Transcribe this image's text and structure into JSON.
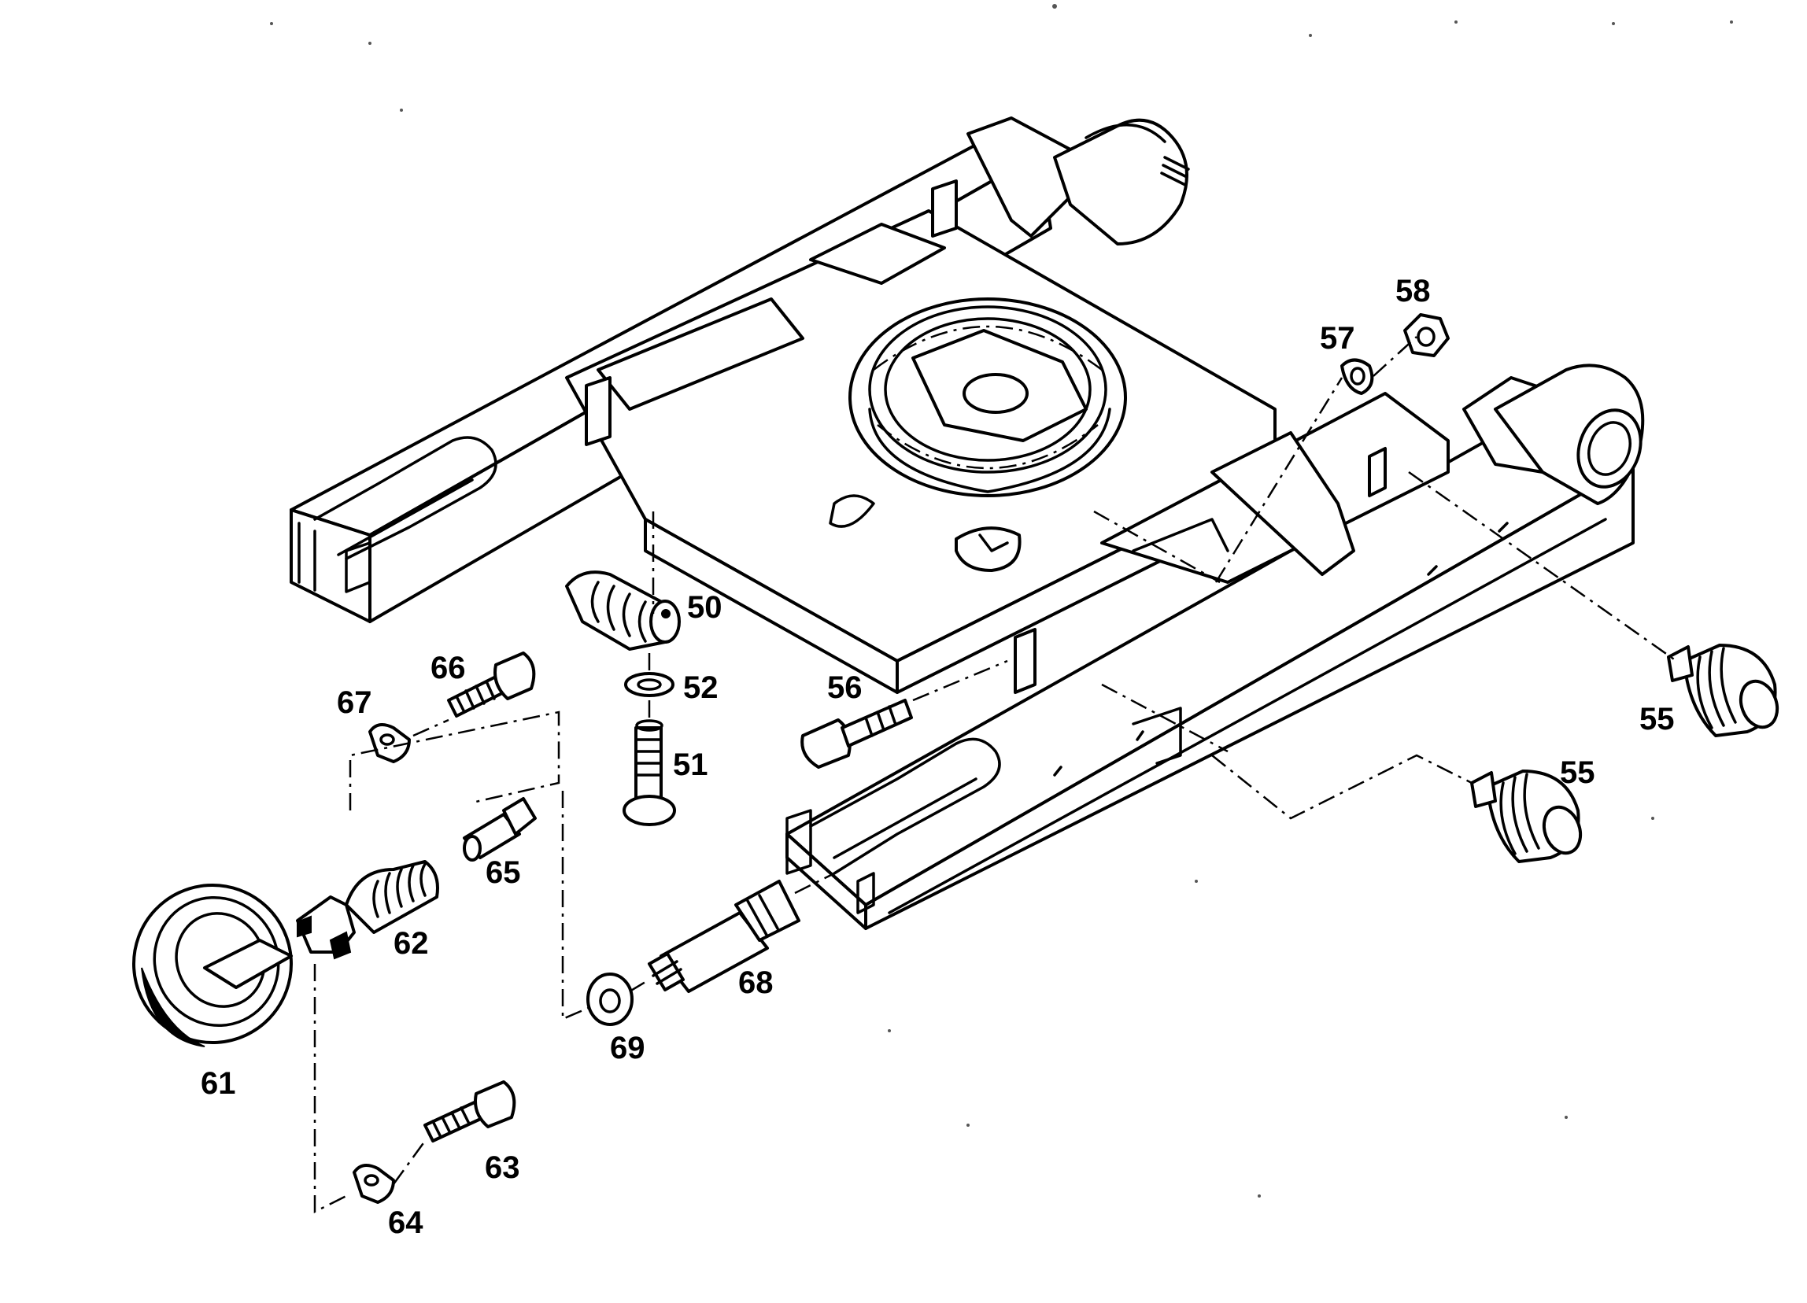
{
  "diagram": {
    "type": "exploded-parts-drawing",
    "colors": {
      "ink": "#000000",
      "paper": "#ffffff"
    },
    "callouts": [
      {
        "id": "50",
        "label": "50"
      },
      {
        "id": "51",
        "label": "51"
      },
      {
        "id": "52",
        "label": "52"
      },
      {
        "id": "55a",
        "label": "55"
      },
      {
        "id": "55b",
        "label": "55"
      },
      {
        "id": "56",
        "label": "56"
      },
      {
        "id": "57",
        "label": "57"
      },
      {
        "id": "58",
        "label": "58"
      },
      {
        "id": "61",
        "label": "61"
      },
      {
        "id": "62",
        "label": "62"
      },
      {
        "id": "63",
        "label": "63"
      },
      {
        "id": "64",
        "label": "64"
      },
      {
        "id": "65",
        "label": "65"
      },
      {
        "id": "66",
        "label": "66"
      },
      {
        "id": "67",
        "label": "67"
      },
      {
        "id": "68",
        "label": "68"
      },
      {
        "id": "69",
        "label": "69"
      }
    ]
  }
}
